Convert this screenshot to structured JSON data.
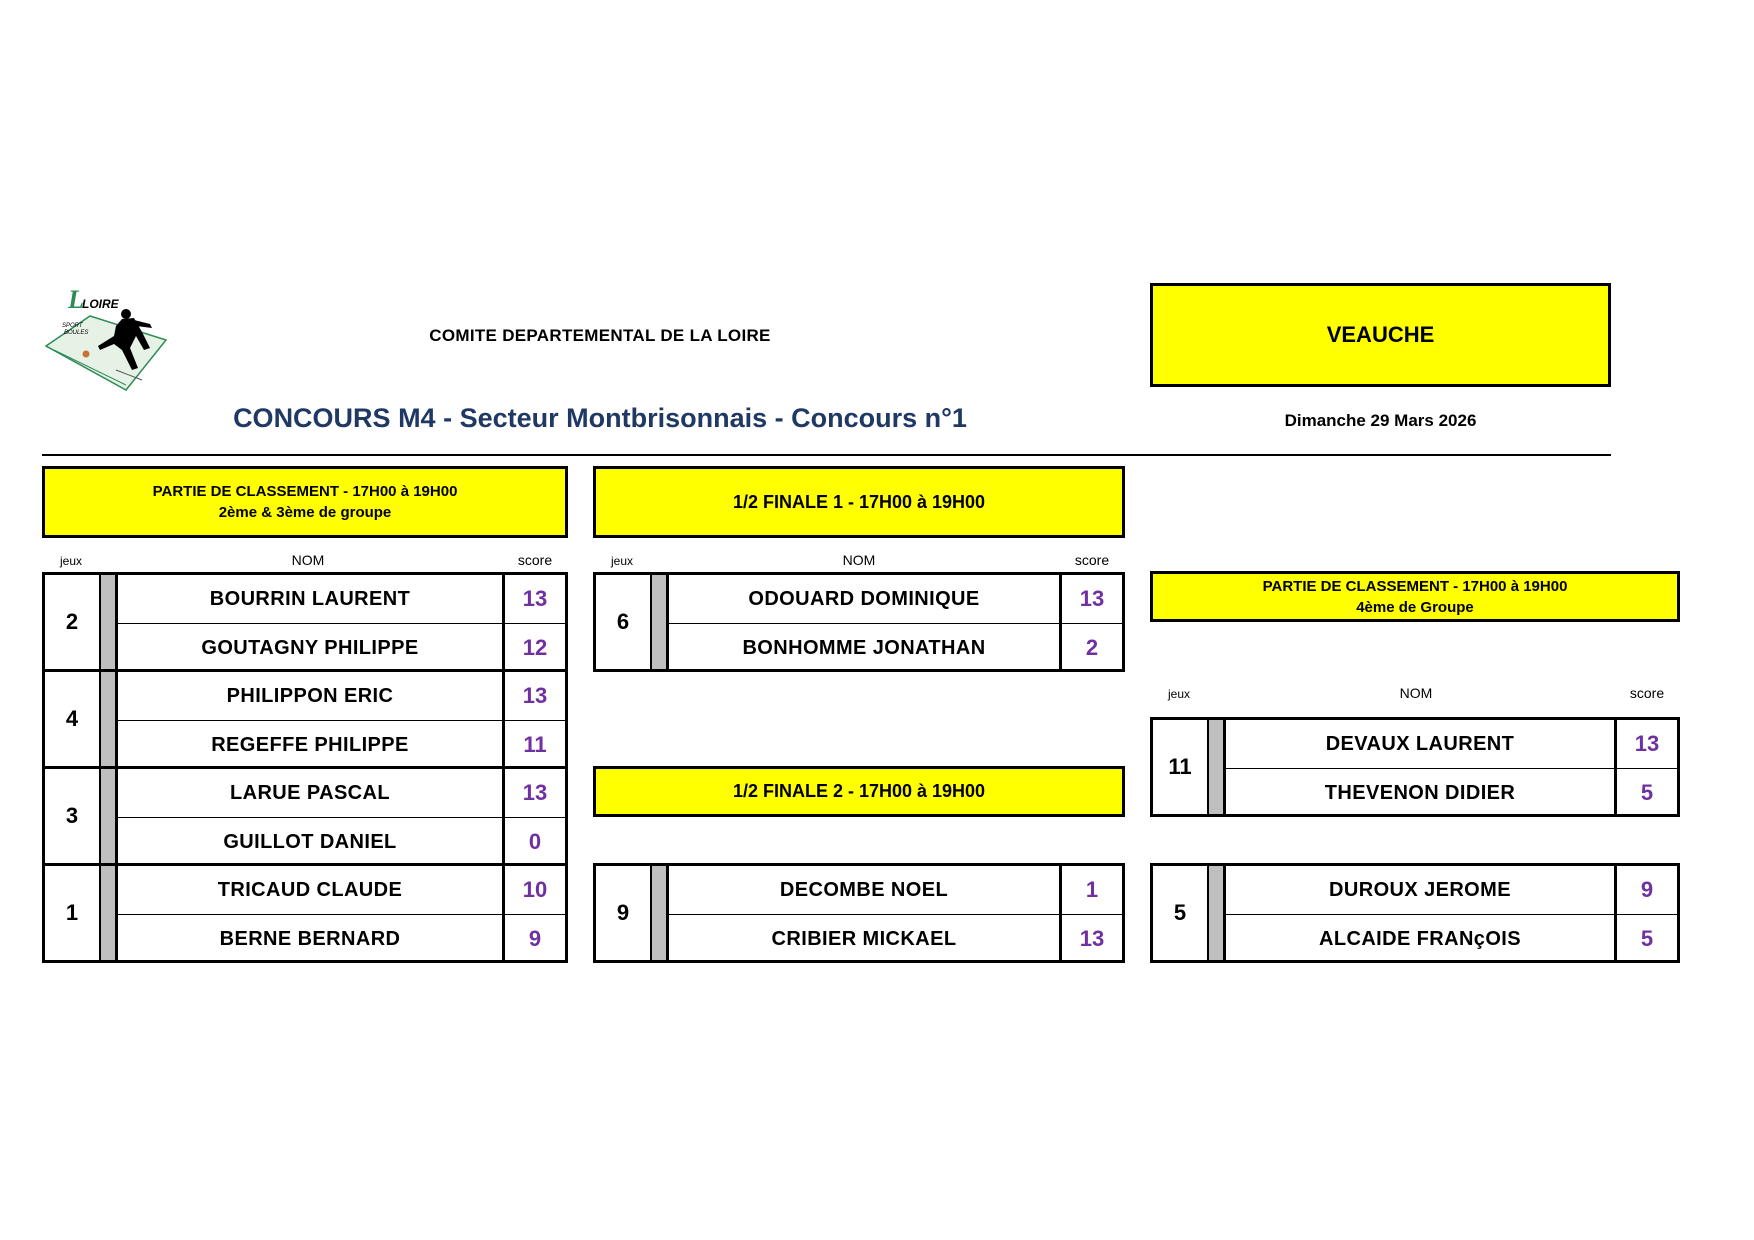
{
  "header": {
    "organization": "COMITE DEPARTEMENTAL DE LA LOIRE",
    "venue": "VEAUCHE",
    "title": "CONCOURS M4 - Secteur Montbrisonnais - Concours n°1",
    "date": "Dimanche 29 Mars 2026",
    "logo": {
      "word": "LOIRE",
      "sub1": "SPORT",
      "sub2": "BOULES",
      "icon": "boules-player-logo-icon"
    }
  },
  "columns": {
    "jeux": "jeux",
    "nom": "NOM",
    "score": "score"
  },
  "colors": {
    "banner": "#ffff00",
    "score": "#7030a0",
    "title": "#1f3864",
    "cell_grey": "#bfbfbf"
  },
  "sections": {
    "classement_2_3": {
      "line1": "PARTIE DE CLASSEMENT - 17H00 à 19H00",
      "line2": "2ème & 3ème de groupe",
      "matches": [
        {
          "jeu": "2",
          "players": [
            {
              "name": "BOURRIN LAURENT",
              "score": "13"
            },
            {
              "name": "GOUTAGNY PHILIPPE",
              "score": "12"
            }
          ]
        },
        {
          "jeu": "4",
          "players": [
            {
              "name": "PHILIPPON ERIC",
              "score": "13"
            },
            {
              "name": "REGEFFE PHILIPPE",
              "score": "11"
            }
          ]
        },
        {
          "jeu": "3",
          "players": [
            {
              "name": "LARUE PASCAL",
              "score": "13"
            },
            {
              "name": "GUILLOT DANIEL",
              "score": "0"
            }
          ]
        },
        {
          "jeu": "1",
          "players": [
            {
              "name": "TRICAUD CLAUDE",
              "score": "10"
            },
            {
              "name": "BERNE BERNARD",
              "score": "9"
            }
          ]
        }
      ]
    },
    "semi_1": {
      "line1": "1/2 FINALE 1 - 17H00 à 19H00",
      "matches": [
        {
          "jeu": "6",
          "players": [
            {
              "name": "ODOUARD DOMINIQUE",
              "score": "13"
            },
            {
              "name": "BONHOMME JONATHAN",
              "score": "2"
            }
          ]
        }
      ]
    },
    "semi_2": {
      "line1": "1/2 FINALE 2 - 17H00 à 19H00",
      "matches": [
        {
          "jeu": "9",
          "players": [
            {
              "name": "DECOMBE NOEL",
              "score": "1"
            },
            {
              "name": "CRIBIER MICKAEL",
              "score": "13"
            }
          ]
        }
      ]
    },
    "classement_4": {
      "line1": "PARTIE DE CLASSEMENT - 17H00 à 19H00",
      "line2": "4ème de Groupe",
      "matches": [
        {
          "jeu": "11",
          "players": [
            {
              "name": "DEVAUX LAURENT",
              "score": "13"
            },
            {
              "name": "THEVENON DIDIER",
              "score": "5"
            }
          ]
        },
        {
          "jeu": "5",
          "players": [
            {
              "name": "DUROUX JEROME",
              "score": "9"
            },
            {
              "name": "ALCAIDE FRANçOIS",
              "score": "5"
            }
          ]
        }
      ]
    }
  }
}
